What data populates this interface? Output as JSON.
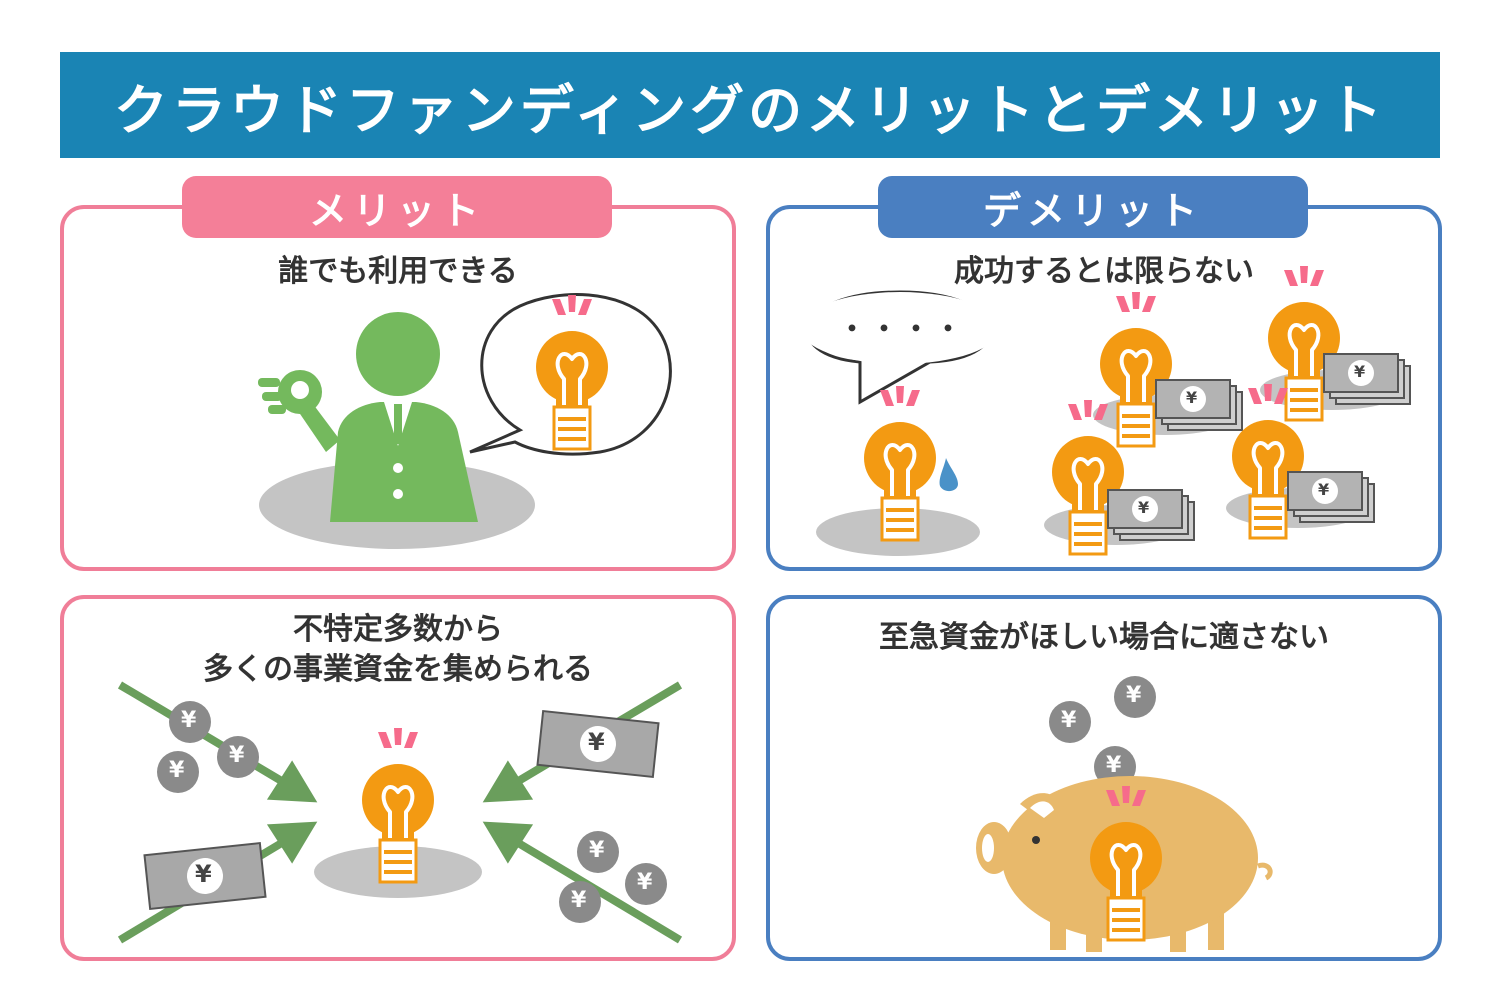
{
  "header": {
    "title": "クラウドファンディングのメリットとデメリット"
  },
  "merit": {
    "tab_label": "メリット",
    "items": [
      {
        "caption": "誰でも利用できる"
      },
      {
        "caption_line1": "不特定多数から",
        "caption_line2": "多くの事業資金を集められる"
      }
    ]
  },
  "demerit": {
    "tab_label": "デメリット",
    "items": [
      {
        "caption": "成功するとは限らない",
        "speech_text": "・・・・"
      },
      {
        "caption": "至急資金がほしい場合に適さない"
      }
    ]
  },
  "currency_symbol": "¥",
  "colors": {
    "title_bar": "#1a84b4",
    "merit_pink": "#f47f98",
    "demerit_blue": "#4a7fc1",
    "bulb_orange": "#f39a12",
    "person_green": "#74b95d",
    "arrow_green": "#6a9e5c",
    "piggy_bank": "#e8b96b"
  },
  "icons": [
    "lightbulb-icon",
    "person-ok-gesture-icon",
    "speech-bubble-icon",
    "yen-coin-icon",
    "yen-banknote-icon",
    "piggy-bank-icon",
    "sweat-drop-icon",
    "arrow-icon"
  ]
}
